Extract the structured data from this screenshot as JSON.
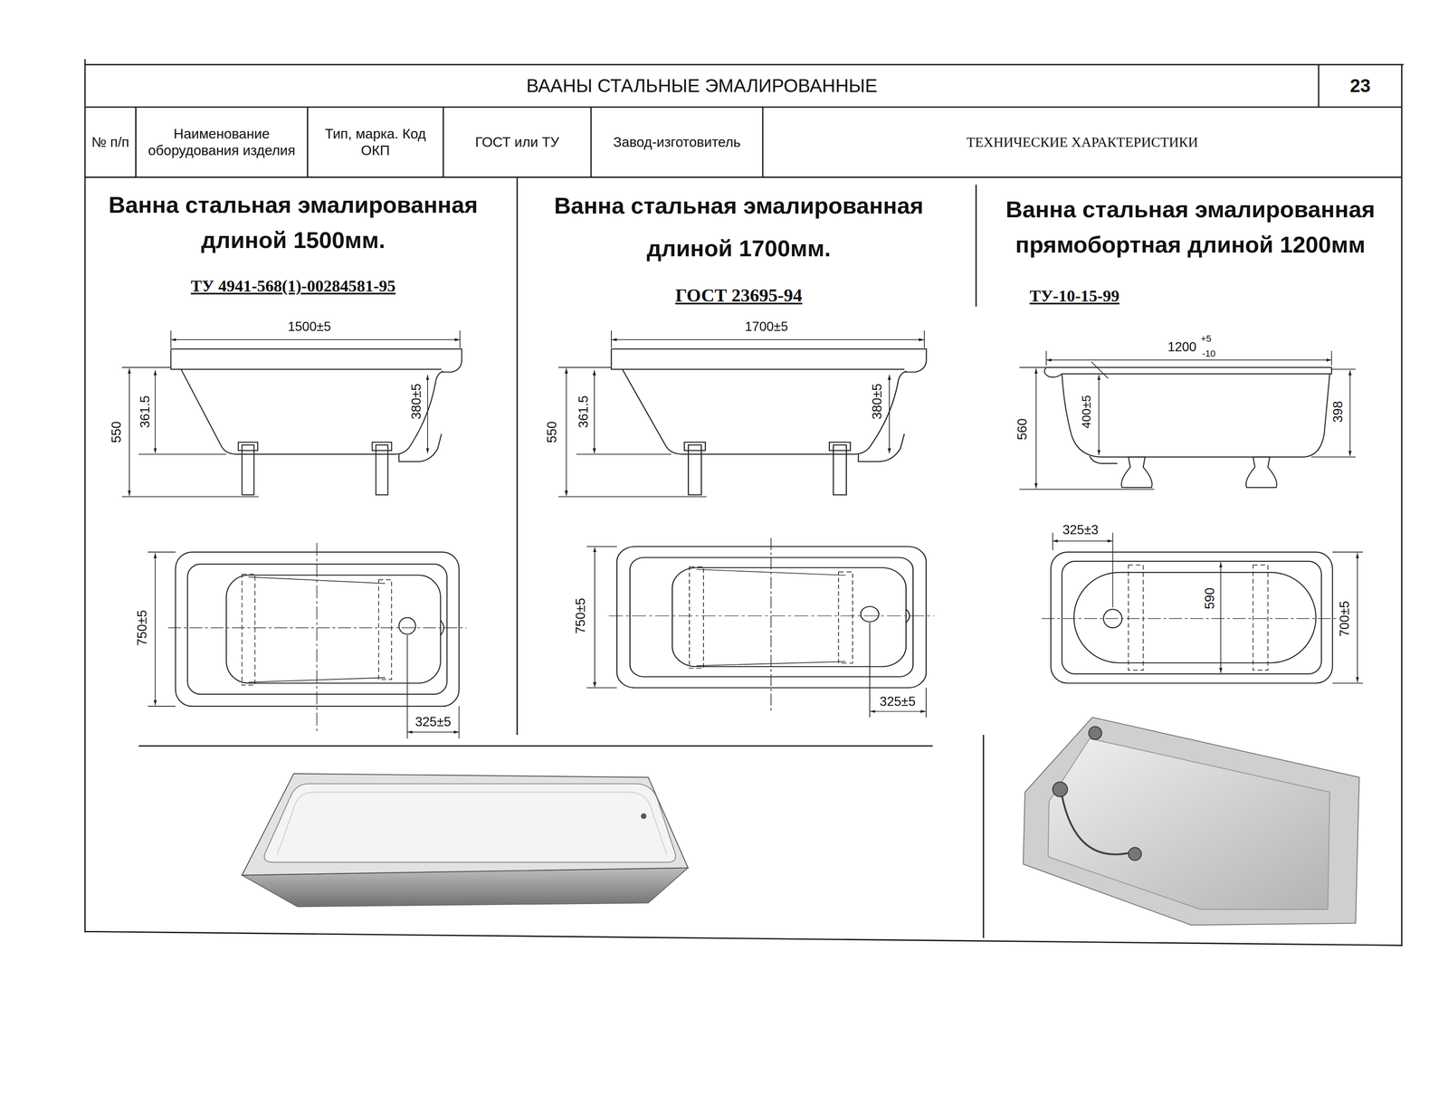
{
  "diagram": {
    "title": "ВААНЫ СТАЛЬНЫЕ ЭМАЛИРОВАННЫЕ",
    "nodes": [
      {
        "text": [
          "23"
        ]
      },
      {
        "text": [
          "№ п/п"
        ]
      },
      {
        "text": [
          "Наименование оборудования изделия"
        ]
      },
      {
        "text": [
          "Тип, марка. Код ОКП"
        ]
      },
      {
        "text": [
          "ГОСТ или ТУ"
        ]
      },
      {
        "text": [
          "Завод-изготовитель"
        ]
      },
      {
        "text": [
          "ТЕХНИЧЕСКИЕ ХАРАКТЕРИСТИКИ"
        ]
      },
      {
        "text": [
          "Ванна стальная эмалированная длиной 1500мм.",
          "ТУ 4941-568(1)-00284581-95"
        ]
      },
      {
        "text": [
          "Ванна стальная эмалированная длиной 1700мм.",
          "ГОСТ 23695-94"
        ]
      },
      {
        "text": [
          "Ванна стальная эмалированная прямобортная длиной 1200мм",
          "ТУ-10-15-99"
        ]
      }
    ],
    "labels": [
      "1500±5",
      "550",
      "361.5",
      "380±5",
      "750±5",
      "325±5",
      "1700±5",
      "550",
      "361.5",
      "380±5",
      "750±5",
      "325±5",
      "1200",
      "+5",
      "-10",
      "560",
      "400±5",
      "398",
      "325±3",
      "590",
      "700±5"
    ]
  }
}
